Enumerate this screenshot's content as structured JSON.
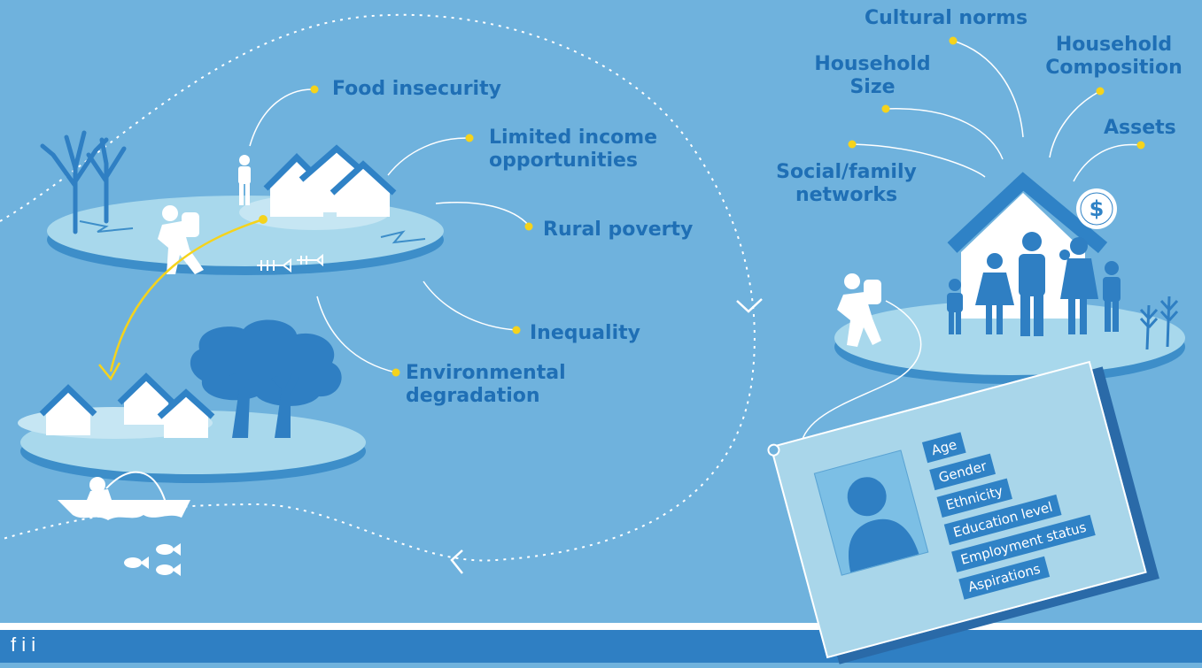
{
  "colors": {
    "background": "#6fb2dd",
    "accent": "#1f6fb5",
    "dot": "#f5d31c",
    "island": "#a8d8ec",
    "island_edge": "#3d8ec9",
    "band": "#2f7fc3"
  },
  "left_factors": {
    "food_insecurity": "Food insecurity",
    "limited_income": "Limited income\nopportunities",
    "rural_poverty": "Rural poverty",
    "inequality": "Inequality",
    "environmental_degradation": "Environmental\ndegradation"
  },
  "right_factors": {
    "cultural_norms": "Cultural norms",
    "household_size": "Household\nSize",
    "household_composition": "Household\nComposition",
    "assets": "Assets",
    "social_networks": "Social/family\nnetworks"
  },
  "money_symbol": "$",
  "card": {
    "attributes": [
      "Age",
      "Gender",
      "Ethnicity",
      "Education level",
      "Employment status",
      "Aspirations"
    ]
  },
  "bottom": {
    "text": "f    i  i"
  },
  "icons": [
    "tree-icon",
    "house-icon",
    "migrant-person-icon",
    "woman-icon",
    "fish-skeleton-icon",
    "fish-icon",
    "boat-fisher-icon",
    "family-icon",
    "wheat-icon",
    "money-bag-icon",
    "profile-avatar-icon"
  ]
}
